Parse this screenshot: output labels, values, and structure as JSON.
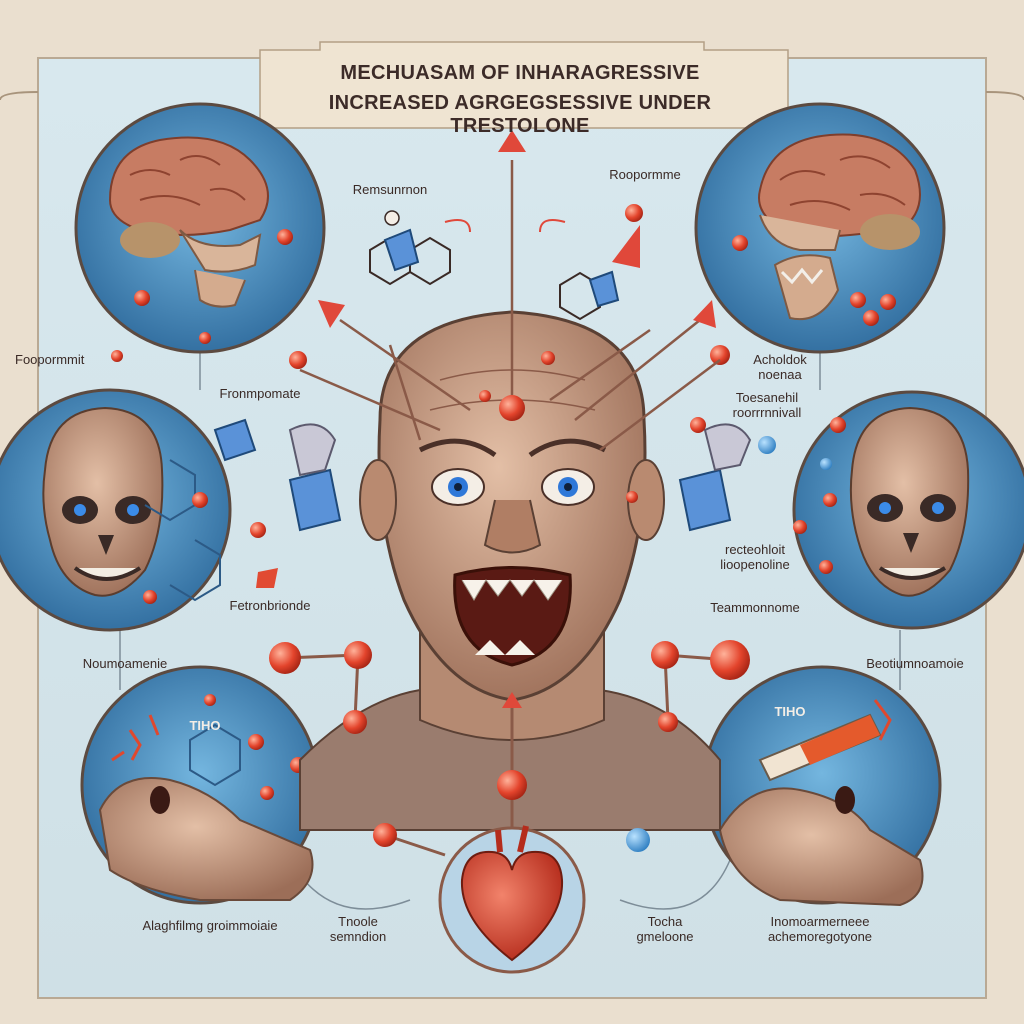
{
  "title": {
    "line1": "MECHUASAM OF INHARAGRESSIVE",
    "line2": "INCREASED AGRGEGSESSIVE UNDER TRESTOLONE"
  },
  "labels": {
    "top_left_molecule": "Remsunrnon",
    "top_right_molecule": "Roopormme",
    "left_outer": "Foopormmit",
    "left_inner": "Fronmpomate",
    "right_upper_a": "Acholdok\nnoenaa",
    "right_upper_b": "Toesanehil\nroorrrnnivall",
    "left_middle": "Fetronbrionde",
    "right_middle": "recteohloit\nlioopenoline",
    "right_middle_b": "Teammonnome",
    "left_lower": "Noumoamenie",
    "right_lower": "Beotiumnoamoie",
    "bottom_left": "Alaghfilmg groimmoiaie",
    "bottom_center_left": "Tnoole\nsemndion",
    "bottom_center_right": "Tocha\ngmeloone",
    "bottom_right": "Inomoarmerneee\nachemoregotyone",
    "panel_left_text": "TIHO",
    "panel_right_text": "TIHO"
  },
  "colors": {
    "background": "#e9dcc9",
    "panel_blue": "#3f7fb0",
    "atom_red": "#e0452e",
    "arrow_red": "#e0483a",
    "skin": "#c79a80",
    "heart": "#d94a35"
  }
}
